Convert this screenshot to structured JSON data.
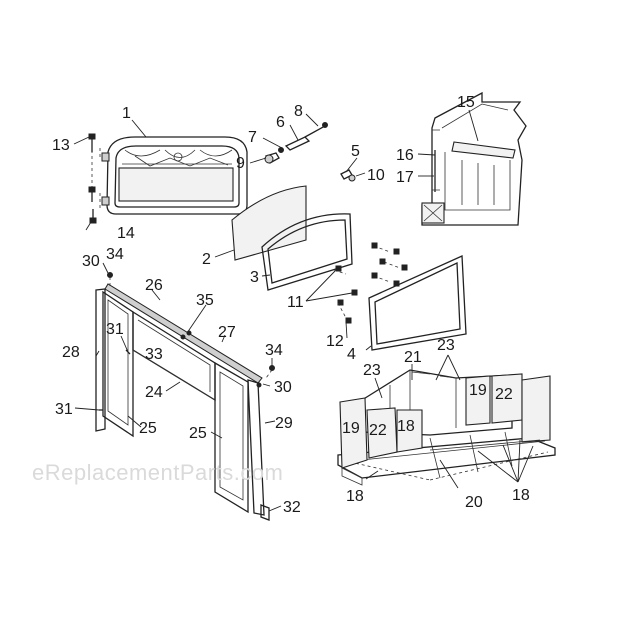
{
  "watermark": "eReplacementParts.com",
  "callouts": [
    {
      "id": "c1",
      "text": "1"
    },
    {
      "id": "c2",
      "text": "2"
    },
    {
      "id": "c3",
      "text": "3"
    },
    {
      "id": "c4",
      "text": "4"
    },
    {
      "id": "c5",
      "text": "5"
    },
    {
      "id": "c6",
      "text": "6"
    },
    {
      "id": "c7",
      "text": "7"
    },
    {
      "id": "c8",
      "text": "8"
    },
    {
      "id": "c9",
      "text": "9"
    },
    {
      "id": "c10",
      "text": "10"
    },
    {
      "id": "c11",
      "text": "11"
    },
    {
      "id": "c12",
      "text": "12"
    },
    {
      "id": "c13",
      "text": "13"
    },
    {
      "id": "c14",
      "text": "14"
    },
    {
      "id": "c15",
      "text": "15"
    },
    {
      "id": "c16",
      "text": "16"
    },
    {
      "id": "c17",
      "text": "17"
    },
    {
      "id": "c18a",
      "text": "18"
    },
    {
      "id": "c18b",
      "text": "18"
    },
    {
      "id": "c18c",
      "text": "18"
    },
    {
      "id": "c19a",
      "text": "19"
    },
    {
      "id": "c19b",
      "text": "19"
    },
    {
      "id": "c20",
      "text": "20"
    },
    {
      "id": "c21",
      "text": "21"
    },
    {
      "id": "c22a",
      "text": "22"
    },
    {
      "id": "c22b",
      "text": "22"
    },
    {
      "id": "c23a",
      "text": "23"
    },
    {
      "id": "c23b",
      "text": "23"
    },
    {
      "id": "c24",
      "text": "24"
    },
    {
      "id": "c25a",
      "text": "25"
    },
    {
      "id": "c25b",
      "text": "25"
    },
    {
      "id": "c26",
      "text": "26"
    },
    {
      "id": "c27",
      "text": "27"
    },
    {
      "id": "c28",
      "text": "28"
    },
    {
      "id": "c29",
      "text": "29"
    },
    {
      "id": "c30a",
      "text": "30"
    },
    {
      "id": "c30b",
      "text": "30"
    },
    {
      "id": "c31a",
      "text": "31"
    },
    {
      "id": "c31b",
      "text": "31"
    },
    {
      "id": "c32",
      "text": "32"
    },
    {
      "id": "c33",
      "text": "33"
    },
    {
      "id": "c34a",
      "text": "34"
    },
    {
      "id": "c34b",
      "text": "34"
    },
    {
      "id": "c35",
      "text": "35"
    }
  ]
}
